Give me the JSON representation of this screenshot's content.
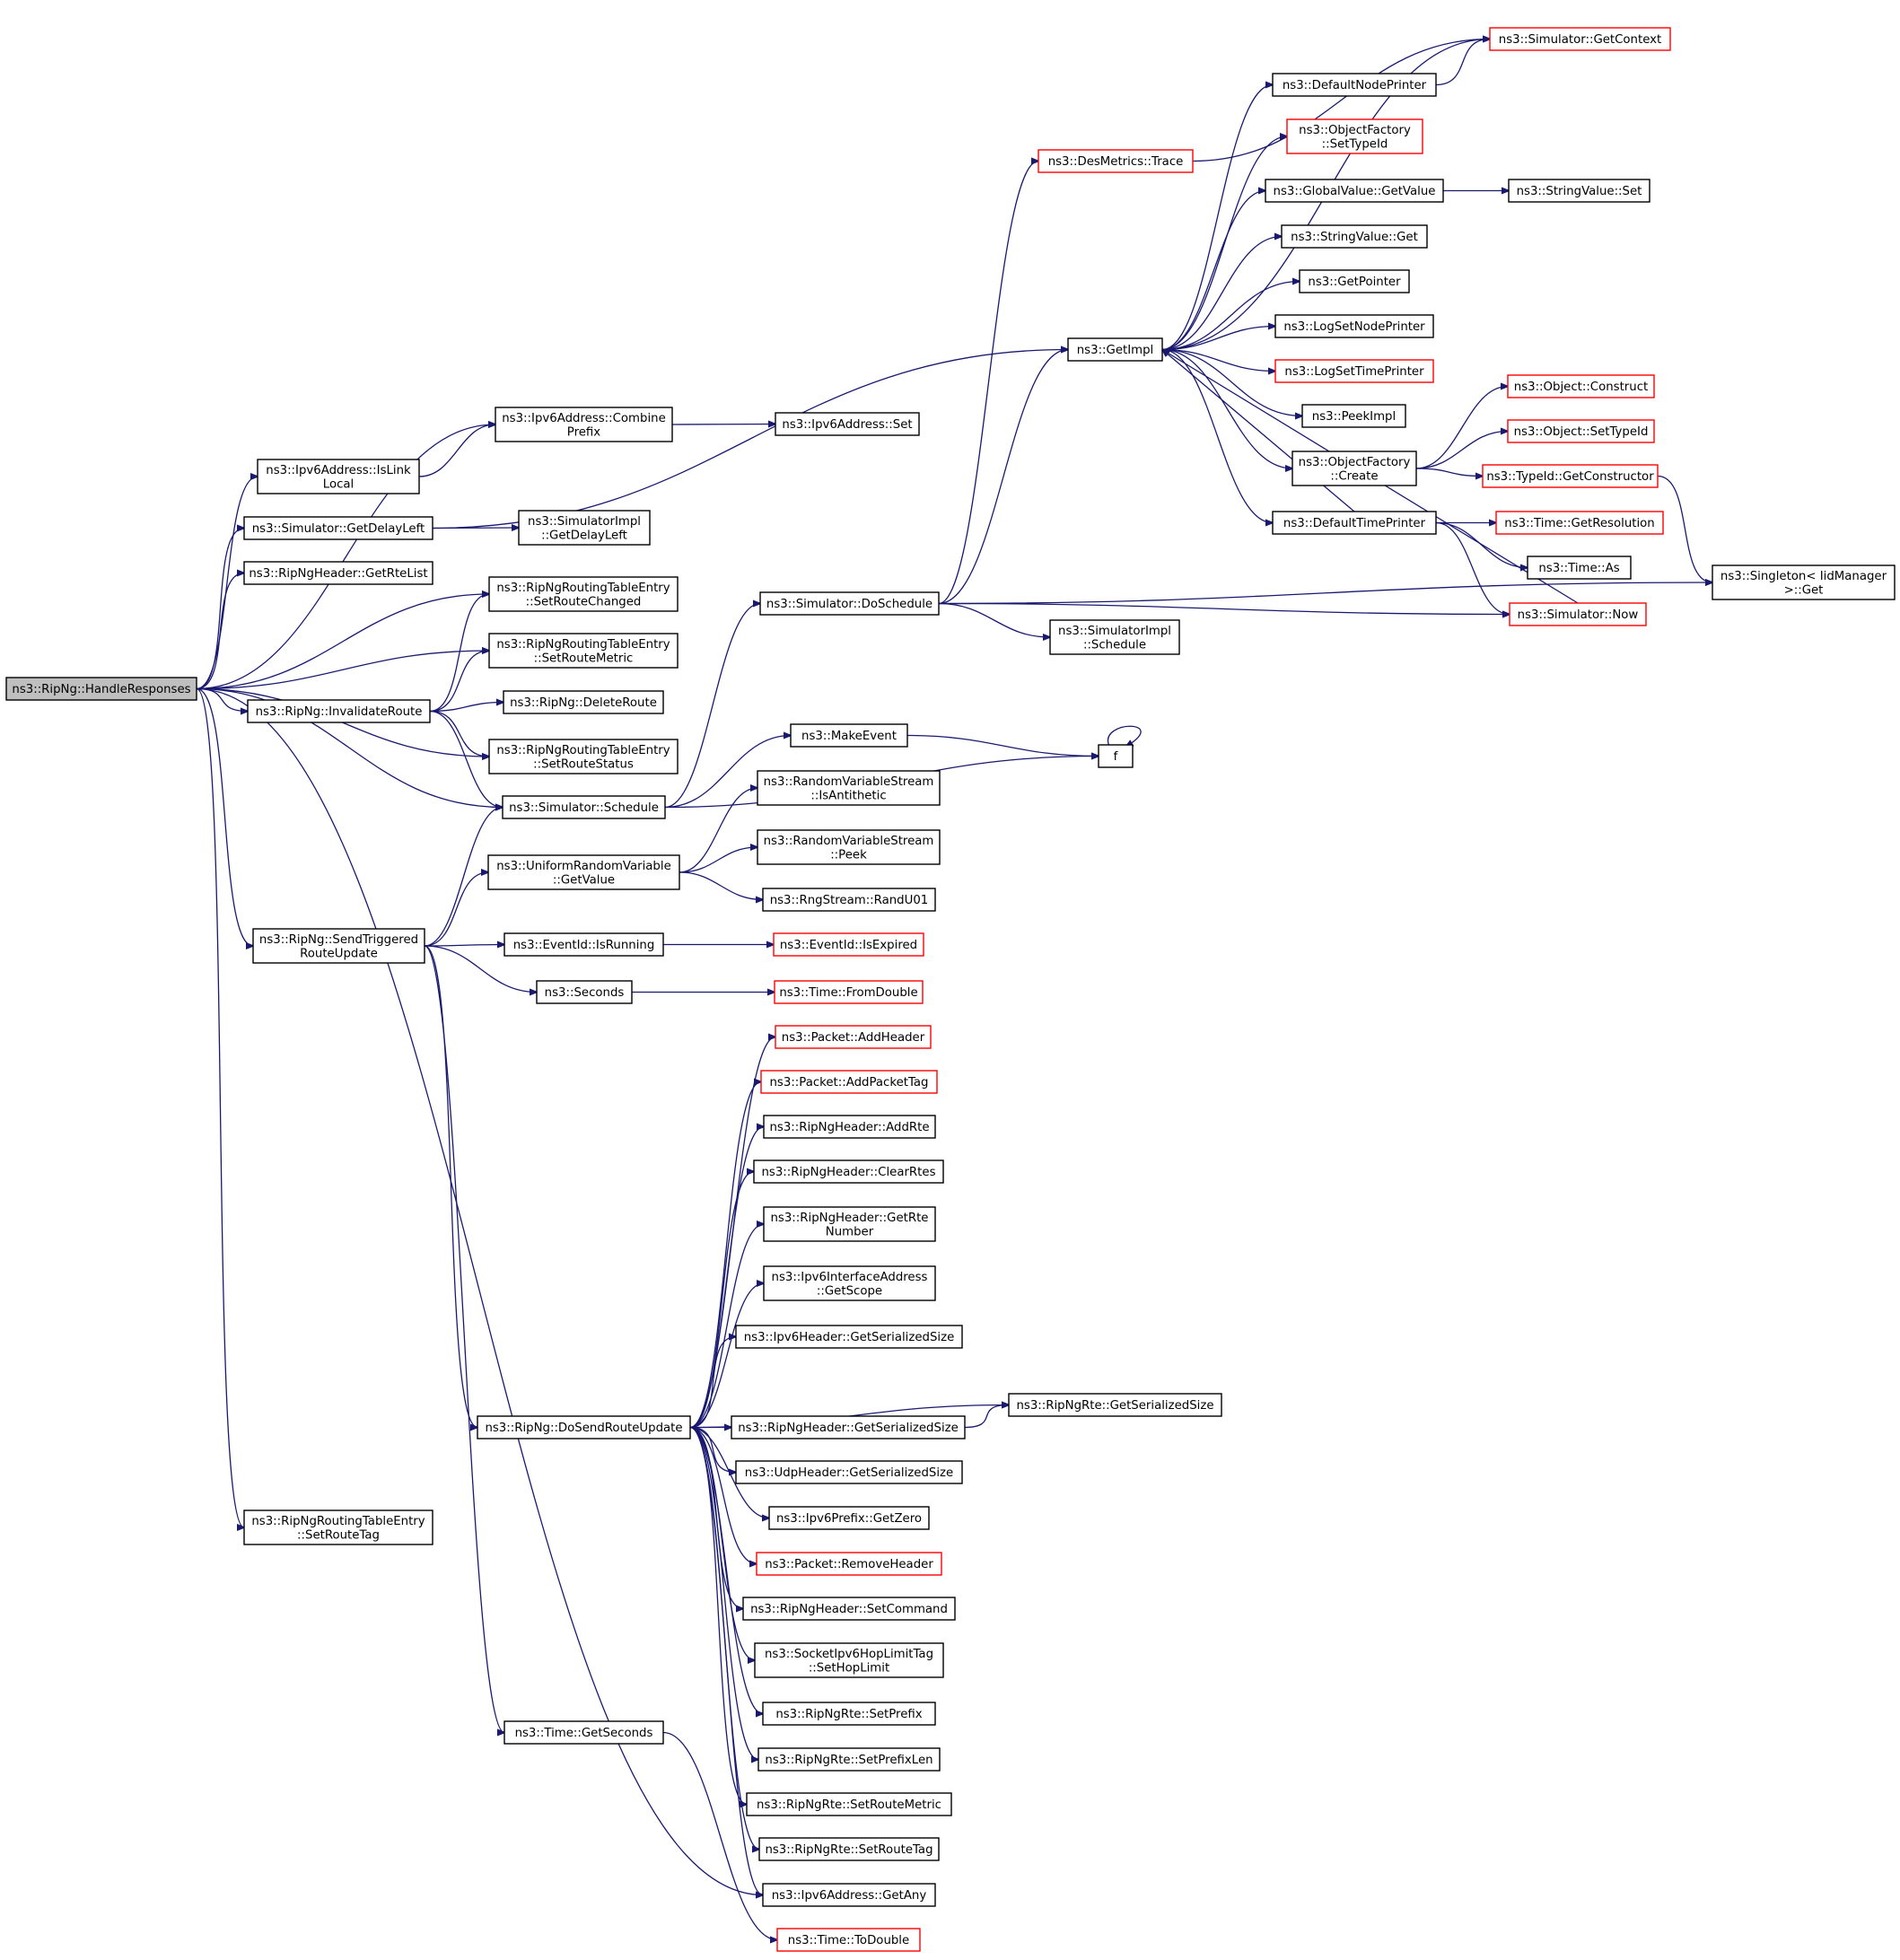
{
  "colors": {
    "edge": "#191970",
    "node_border": "#000000",
    "incomplete_border": "#ff0000",
    "root_fill": "#bfbfbf"
  },
  "nodes": [
    {
      "id": "root",
      "lines": [
        "ns3::RipNg::HandleResponses"
      ],
      "root": true
    },
    {
      "id": "combine",
      "lines": [
        "ns3::Ipv6Address::Combine",
        "Prefix"
      ]
    },
    {
      "id": "v6set",
      "lines": [
        "ns3::Ipv6Address::Set"
      ]
    },
    {
      "id": "islinklocal",
      "lines": [
        "ns3::Ipv6Address::IsLink",
        "Local"
      ]
    },
    {
      "id": "getdelayleft",
      "lines": [
        "ns3::Simulator::GetDelayLeft"
      ]
    },
    {
      "id": "implgetdelayleft",
      "lines": [
        "ns3::SimulatorImpl",
        "::GetDelayLeft"
      ]
    },
    {
      "id": "getrtelist",
      "lines": [
        "ns3::RipNgHeader::GetRteList"
      ]
    },
    {
      "id": "setroutechanged",
      "lines": [
        "ns3::RipNgRoutingTableEntry",
        "::SetRouteChanged"
      ]
    },
    {
      "id": "setroutemetric",
      "lines": [
        "ns3::RipNgRoutingTableEntry",
        "::SetRouteMetric"
      ]
    },
    {
      "id": "invalidate",
      "lines": [
        "ns3::RipNg::InvalidateRoute"
      ]
    },
    {
      "id": "deleteroute",
      "lines": [
        "ns3::RipNg::DeleteRoute"
      ]
    },
    {
      "id": "setroutestatus",
      "lines": [
        "ns3::RipNgRoutingTableEntry",
        "::SetRouteStatus"
      ]
    },
    {
      "id": "schedule",
      "lines": [
        "ns3::Simulator::Schedule"
      ]
    },
    {
      "id": "uniformgetvalue",
      "lines": [
        "ns3::UniformRandomVariable",
        "::GetValue"
      ]
    },
    {
      "id": "sendtriggered",
      "lines": [
        "ns3::RipNg::SendTriggered",
        "RouteUpdate"
      ]
    },
    {
      "id": "isrunning",
      "lines": [
        "ns3::EventId::IsRunning"
      ]
    },
    {
      "id": "seconds",
      "lines": [
        "ns3::Seconds"
      ]
    },
    {
      "id": "dosend",
      "lines": [
        "ns3::RipNg::DoSendRouteUpdate"
      ]
    },
    {
      "id": "gettimeseconds",
      "lines": [
        "ns3::Time::GetSeconds"
      ]
    },
    {
      "id": "setroutetag",
      "lines": [
        "ns3::RipNgRoutingTableEntry",
        "::SetRouteTag"
      ]
    },
    {
      "id": "desmetrics",
      "lines": [
        "ns3::DesMetrics::Trace"
      ],
      "incomplete": true
    },
    {
      "id": "getimpl",
      "lines": [
        "ns3::GetImpl"
      ]
    },
    {
      "id": "doschedule",
      "lines": [
        "ns3::Simulator::DoSchedule"
      ]
    },
    {
      "id": "makeevent",
      "lines": [
        "ns3::MakeEvent"
      ]
    },
    {
      "id": "isantithetic",
      "lines": [
        "ns3::RandomVariableStream",
        "::IsAntithetic"
      ]
    },
    {
      "id": "peek",
      "lines": [
        "ns3::RandomVariableStream",
        "::Peek"
      ]
    },
    {
      "id": "randu01",
      "lines": [
        "ns3::RngStream::RandU01"
      ]
    },
    {
      "id": "isexpired",
      "lines": [
        "ns3::EventId::IsExpired"
      ],
      "incomplete": true
    },
    {
      "id": "fromdouble",
      "lines": [
        "ns3::Time::FromDouble"
      ],
      "incomplete": true
    },
    {
      "id": "addheader",
      "lines": [
        "ns3::Packet::AddHeader"
      ],
      "incomplete": true
    },
    {
      "id": "addpackettag",
      "lines": [
        "ns3::Packet::AddPacketTag"
      ],
      "incomplete": true
    },
    {
      "id": "addrte",
      "lines": [
        "ns3::RipNgHeader::AddRte"
      ]
    },
    {
      "id": "clearrtes",
      "lines": [
        "ns3::RipNgHeader::ClearRtes"
      ]
    },
    {
      "id": "getrtenumber",
      "lines": [
        "ns3::RipNgHeader::GetRte",
        "Number"
      ]
    },
    {
      "id": "getscope",
      "lines": [
        "ns3::Ipv6InterfaceAddress",
        "::GetScope"
      ]
    },
    {
      "id": "ipv6hdrsize",
      "lines": [
        "ns3::Ipv6Header::GetSerializedSize"
      ]
    },
    {
      "id": "ripnghdrsize",
      "lines": [
        "ns3::RipNgHeader::GetSerializedSize"
      ]
    },
    {
      "id": "rtesize",
      "lines": [
        "ns3::RipNgRte::GetSerializedSize"
      ]
    },
    {
      "id": "udphdrsize",
      "lines": [
        "ns3::UdpHeader::GetSerializedSize"
      ]
    },
    {
      "id": "getzero",
      "lines": [
        "ns3::Ipv6Prefix::GetZero"
      ]
    },
    {
      "id": "removeheader",
      "lines": [
        "ns3::Packet::RemoveHeader"
      ],
      "incomplete": true
    },
    {
      "id": "setcommand",
      "lines": [
        "ns3::RipNgHeader::SetCommand"
      ]
    },
    {
      "id": "sethoplimit",
      "lines": [
        "ns3::SocketIpv6HopLimitTag",
        "::SetHopLimit"
      ]
    },
    {
      "id": "setprefix",
      "lines": [
        "ns3::RipNgRte::SetPrefix"
      ]
    },
    {
      "id": "setprefixlen",
      "lines": [
        "ns3::RipNgRte::SetPrefixLen"
      ]
    },
    {
      "id": "rtesetroutemetric",
      "lines": [
        "ns3::RipNgRte::SetRouteMetric"
      ]
    },
    {
      "id": "rtesetroutetag",
      "lines": [
        "ns3::RipNgRte::SetRouteTag"
      ]
    },
    {
      "id": "getany",
      "lines": [
        "ns3::Ipv6Address::GetAny"
      ]
    },
    {
      "id": "todouble",
      "lines": [
        "ns3::Time::ToDouble"
      ],
      "incomplete": true
    },
    {
      "id": "getcontext",
      "lines": [
        "ns3::Simulator::GetContext"
      ],
      "incomplete": true
    },
    {
      "id": "defaultnodeprinter",
      "lines": [
        "ns3::DefaultNodePrinter"
      ]
    },
    {
      "id": "ofsettypeid",
      "lines": [
        "ns3::ObjectFactory",
        "::SetTypeId"
      ],
      "incomplete": true
    },
    {
      "id": "gvgetvalue",
      "lines": [
        "ns3::GlobalValue::GetValue"
      ]
    },
    {
      "id": "svget",
      "lines": [
        "ns3::StringValue::Get"
      ]
    },
    {
      "id": "getpointer",
      "lines": [
        "ns3::GetPointer"
      ]
    },
    {
      "id": "logsetnodeprinter",
      "lines": [
        "ns3::LogSetNodePrinter"
      ]
    },
    {
      "id": "logsettimeprinter",
      "lines": [
        "ns3::LogSetTimePrinter"
      ],
      "incomplete": true
    },
    {
      "id": "peekimpl",
      "lines": [
        "ns3::PeekImpl"
      ]
    },
    {
      "id": "ofcreate",
      "lines": [
        "ns3::ObjectFactory",
        "::Create"
      ]
    },
    {
      "id": "defaulttimeprinter",
      "lines": [
        "ns3::DefaultTimePrinter"
      ]
    },
    {
      "id": "implschedule",
      "lines": [
        "ns3::SimulatorImpl",
        "::Schedule"
      ]
    },
    {
      "id": "f",
      "lines": [
        "f"
      ]
    },
    {
      "id": "svset",
      "lines": [
        "ns3::StringValue::Set"
      ]
    },
    {
      "id": "objconstruct",
      "lines": [
        "ns3::Object::Construct"
      ],
      "incomplete": true
    },
    {
      "id": "objsettypeid",
      "lines": [
        "ns3::Object::SetTypeId"
      ],
      "incomplete": true
    },
    {
      "id": "getconstructor",
      "lines": [
        "ns3::TypeId::GetConstructor"
      ],
      "incomplete": true
    },
    {
      "id": "getresolution",
      "lines": [
        "ns3::Time::GetResolution"
      ],
      "incomplete": true
    },
    {
      "id": "timeas",
      "lines": [
        "ns3::Time::As"
      ]
    },
    {
      "id": "simnow",
      "lines": [
        "ns3::Simulator::Now"
      ],
      "incomplete": true
    },
    {
      "id": "singletonget",
      "lines": [
        "ns3::Singleton< IidManager",
        " >::Get"
      ]
    }
  ],
  "edges": [
    [
      "root",
      "combine"
    ],
    [
      "root",
      "islinklocal"
    ],
    [
      "root",
      "getdelayleft"
    ],
    [
      "root",
      "getrtelist"
    ],
    [
      "root",
      "setroutechanged"
    ],
    [
      "root",
      "setroutemetric"
    ],
    [
      "root",
      "invalidate"
    ],
    [
      "root",
      "setroutestatus"
    ],
    [
      "root",
      "schedule"
    ],
    [
      "root",
      "sendtriggered"
    ],
    [
      "root",
      "getany"
    ],
    [
      "root",
      "setroutetag"
    ],
    [
      "combine",
      "v6set"
    ],
    [
      "islinklocal",
      "combine"
    ],
    [
      "getdelayleft",
      "getimpl"
    ],
    [
      "getdelayleft",
      "implgetdelayleft"
    ],
    [
      "invalidate",
      "setroutechanged"
    ],
    [
      "invalidate",
      "setroutemetric"
    ],
    [
      "invalidate",
      "deleteroute"
    ],
    [
      "invalidate",
      "setroutestatus"
    ],
    [
      "invalidate",
      "schedule"
    ],
    [
      "schedule",
      "doschedule"
    ],
    [
      "schedule",
      "makeevent"
    ],
    [
      "schedule",
      "f"
    ],
    [
      "sendtriggered",
      "schedule"
    ],
    [
      "sendtriggered",
      "uniformgetvalue"
    ],
    [
      "sendtriggered",
      "isrunning"
    ],
    [
      "sendtriggered",
      "seconds"
    ],
    [
      "sendtriggered",
      "dosend"
    ],
    [
      "sendtriggered",
      "gettimeseconds"
    ],
    [
      "uniformgetvalue",
      "isantithetic"
    ],
    [
      "uniformgetvalue",
      "peek"
    ],
    [
      "uniformgetvalue",
      "randu01"
    ],
    [
      "isrunning",
      "isexpired"
    ],
    [
      "seconds",
      "fromdouble"
    ],
    [
      "gettimeseconds",
      "todouble"
    ],
    [
      "makeevent",
      "f"
    ],
    [
      "f",
      "f"
    ],
    [
      "doschedule",
      "desmetrics"
    ],
    [
      "doschedule",
      "getimpl"
    ],
    [
      "doschedule",
      "implschedule"
    ],
    [
      "doschedule",
      "simnow"
    ],
    [
      "doschedule",
      "singletonget"
    ],
    [
      "desmetrics",
      "getcontext"
    ],
    [
      "getimpl",
      "getcontext"
    ],
    [
      "getimpl",
      "defaultnodeprinter"
    ],
    [
      "getimpl",
      "ofsettypeid"
    ],
    [
      "getimpl",
      "gvgetvalue"
    ],
    [
      "getimpl",
      "svget"
    ],
    [
      "getimpl",
      "getpointer"
    ],
    [
      "getimpl",
      "logsetnodeprinter"
    ],
    [
      "getimpl",
      "logsettimeprinter"
    ],
    [
      "getimpl",
      "peekimpl"
    ],
    [
      "getimpl",
      "ofcreate"
    ],
    [
      "getimpl",
      "defaulttimeprinter"
    ],
    [
      "defaultnodeprinter",
      "getcontext"
    ],
    [
      "gvgetvalue",
      "svset"
    ],
    [
      "ofcreate",
      "objconstruct"
    ],
    [
      "ofcreate",
      "objsettypeid"
    ],
    [
      "ofcreate",
      "getconstructor"
    ],
    [
      "getconstructor",
      "singletonget"
    ],
    [
      "defaulttimeprinter",
      "getresolution"
    ],
    [
      "defaulttimeprinter",
      "timeas"
    ],
    [
      "defaulttimeprinter",
      "simnow"
    ],
    [
      "defaulttimeprinter",
      "getimpl"
    ],
    [
      "simnow",
      "getimpl"
    ],
    [
      "dosend",
      "addheader"
    ],
    [
      "dosend",
      "addpackettag"
    ],
    [
      "dosend",
      "addrte"
    ],
    [
      "dosend",
      "clearrtes"
    ],
    [
      "dosend",
      "getrtenumber"
    ],
    [
      "dosend",
      "getscope"
    ],
    [
      "dosend",
      "ipv6hdrsize"
    ],
    [
      "dosend",
      "ripnghdrsize"
    ],
    [
      "dosend",
      "rtesize"
    ],
    [
      "dosend",
      "udphdrsize"
    ],
    [
      "dosend",
      "getzero"
    ],
    [
      "dosend",
      "removeheader"
    ],
    [
      "dosend",
      "setcommand"
    ],
    [
      "dosend",
      "sethoplimit"
    ],
    [
      "dosend",
      "setprefix"
    ],
    [
      "dosend",
      "setprefixlen"
    ],
    [
      "dosend",
      "rtesetroutemetric"
    ],
    [
      "dosend",
      "rtesetroutetag"
    ],
    [
      "dosend",
      "getany"
    ],
    [
      "ripnghdrsize",
      "rtesize"
    ]
  ]
}
